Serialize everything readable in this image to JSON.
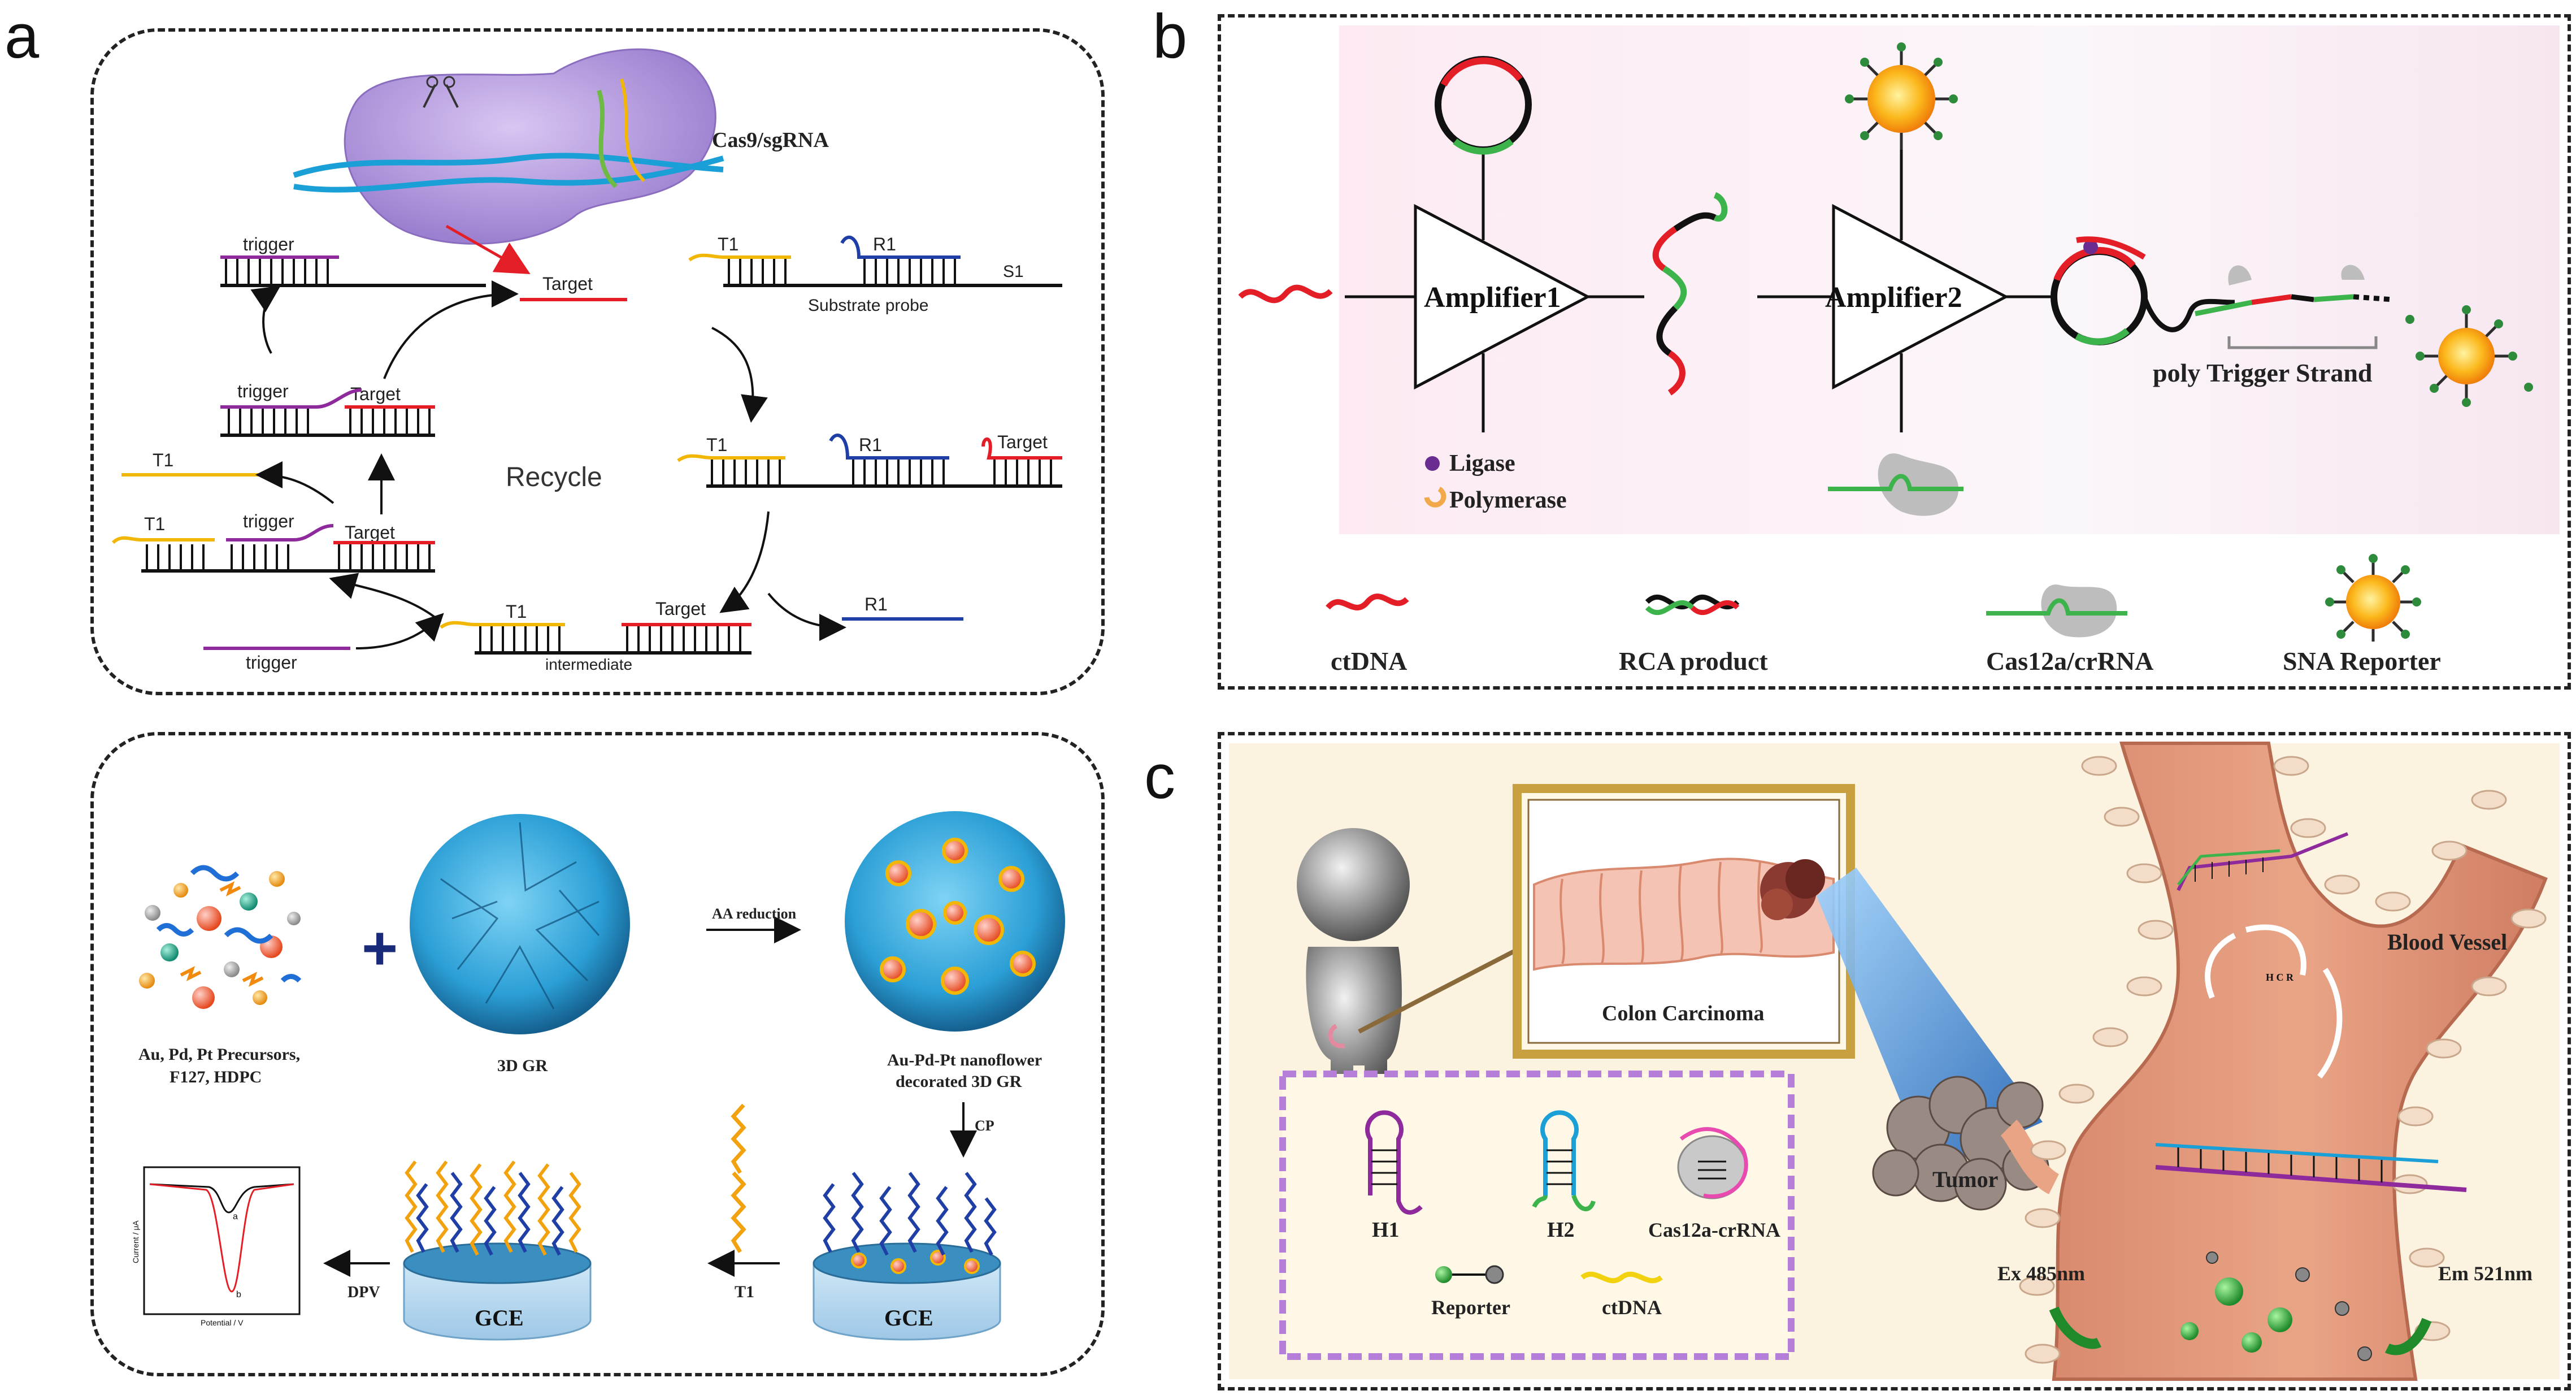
{
  "panels": {
    "a": "a",
    "b": "b",
    "c": "c"
  },
  "panel_a_top": {
    "enzyme_label": "Cas9/sgRNA",
    "cycle_label": "Recycle",
    "trigger_1": "trigger",
    "target_1": "Target",
    "t1_substrate": "T1",
    "r1_substrate": "R1",
    "s1": "S1",
    "substrate_probe": "Substrate probe",
    "trigger_2": "trigger",
    "target_2": "Target",
    "t1_left": "T1",
    "t1_mid": "T1",
    "r1_mid": "R1",
    "target_mid": "Target",
    "t1_low": "T1",
    "trigger_3": "trigger",
    "target_3": "Target",
    "t1_inter": "T1",
    "target_inter": "Target",
    "intermediate": "intermediate",
    "trigger_4": "trigger",
    "r1_free": "R1"
  },
  "panel_a_bottom": {
    "precursors_line1": "Au, Pd, Pt Precursors,",
    "precursors_line2": "F127, HDPC",
    "plus": "+",
    "gr_label": "3D GR",
    "aa_reduction": "AA reduction",
    "nanoflower_line1": "Au-Pd-Pt nanoflower",
    "nanoflower_line2": "decorated 3D GR",
    "cp": "CP",
    "gce_right": "GCE",
    "gce_mid": "GCE",
    "t1_arrow": "T1",
    "dpv": "DPV",
    "plot_ylabel": "Current / μA",
    "plot_xlabel": "Potential / V",
    "curve_a": "a",
    "curve_b": "b"
  },
  "panel_b": {
    "amplifier1": "Amplifier1",
    "amplifier2": "Amplifier2",
    "ligase": "Ligase",
    "polymerase": "Polymerase",
    "poly_trigger": "poly Trigger Strand",
    "legend": [
      "ctDNA",
      "RCA product",
      "Cas12a/crRNA",
      "SNA Reporter"
    ]
  },
  "panel_c": {
    "colon_carcinoma": "Colon Carcinoma",
    "tumor": "Tumor",
    "blood_vessel": "Blood Vessel",
    "h1": "H1",
    "h2": "H2",
    "cas12a_crrna": "Cas12a-crRNA",
    "reporter": "Reporter",
    "ctdna": "ctDNA",
    "ex": "Ex 485nm",
    "em": "Em 521nm",
    "hcr": "H C R"
  },
  "colors": {
    "red": "#e41e26",
    "green": "#3cb44b",
    "purple": "#8e2a9c",
    "yellow": "#f2b705",
    "blue": "#1f3fa6",
    "cyan": "#1a9fd6",
    "orange_bg": "#fbf3df"
  }
}
